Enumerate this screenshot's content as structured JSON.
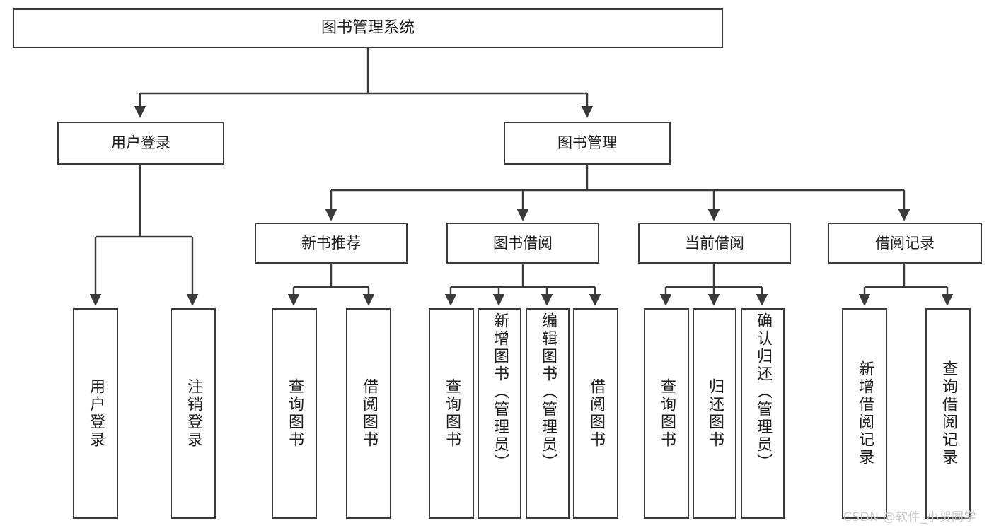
{
  "diagram": {
    "type": "tree",
    "title": "图书管理系统",
    "watermark": "CSDN @软件_小贺同学",
    "line_color": "#3a3a3a",
    "text_color": "#1d1d1d",
    "background": "#ffffff"
  },
  "nodes": {
    "root": {
      "label": "图书管理系统"
    },
    "level1": [
      {
        "label": "用户登录"
      },
      {
        "label": "图书管理"
      }
    ],
    "level2": [
      {
        "label": "新书推荐"
      },
      {
        "label": "图书借阅"
      },
      {
        "label": "当前借阅"
      },
      {
        "label": "借阅记录"
      }
    ],
    "leaves": {
      "user_login": [
        {
          "label": "用户登录"
        },
        {
          "label": "注销登录"
        }
      ],
      "new_book": [
        {
          "label": "查询图书"
        },
        {
          "label": "借阅图书"
        }
      ],
      "borrow": [
        {
          "label": "查询图书"
        },
        {
          "label": "新增图书（管理员）"
        },
        {
          "label": "编辑图书（管理员）"
        },
        {
          "label": "借阅图书"
        }
      ],
      "current": [
        {
          "label": "查询图书"
        },
        {
          "label": "归还图书"
        },
        {
          "label": "确认归还（管理员）"
        }
      ],
      "records": [
        {
          "label": "新增借阅记录"
        },
        {
          "label": "查询借阅记录"
        }
      ]
    }
  }
}
